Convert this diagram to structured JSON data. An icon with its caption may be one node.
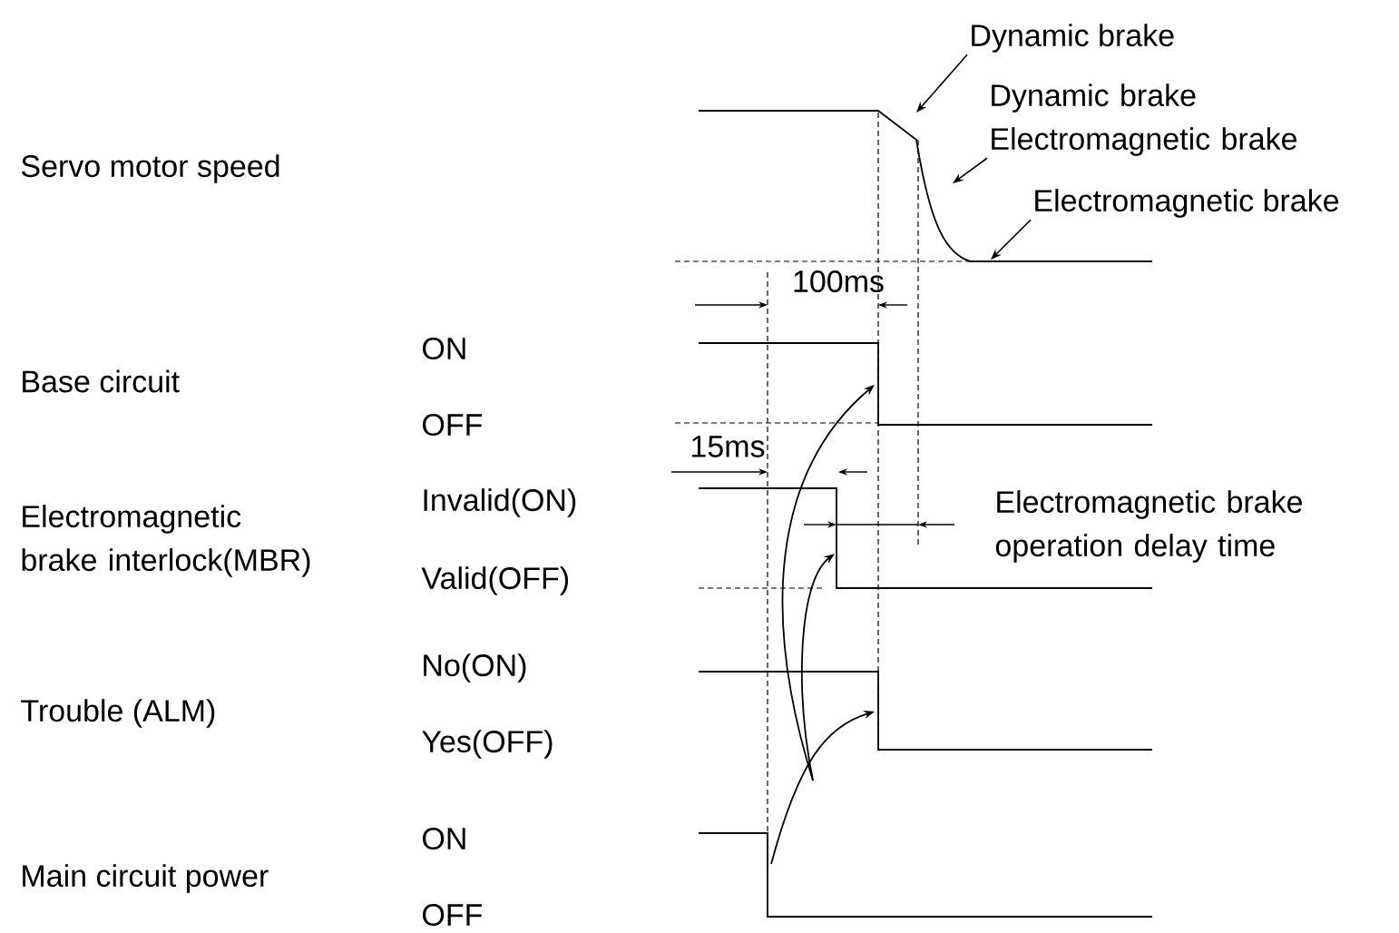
{
  "diagram": {
    "nodes": [
      {
        "text": [
          "Dynamic brake"
        ]
      },
      {
        "text": [
          "Dynamic brake Electromagnetic brake"
        ]
      },
      {
        "text": [
          "Electromagnetic brake"
        ]
      }
    ],
    "edges": [
      {
        "from": 0,
        "to": null,
        "arrow": "to"
      },
      {
        "from": 1,
        "to": null,
        "arrow": "to"
      },
      {
        "from": 2,
        "to": null,
        "arrow": "to"
      }
    ],
    "labels": [
      "Servo motor speed",
      "100ms",
      "ON",
      "Base circuit",
      "OFF",
      "15ms",
      "Electromagnetic brake interlock(MBR)",
      "Invalid(ON)",
      "Electromagnetic brake operation delay time",
      "Valid(OFF)",
      "No(ON)",
      "Trouble (ALM)",
      "Yes(OFF)",
      "ON",
      "Main circuit power",
      "OFF"
    ]
  }
}
